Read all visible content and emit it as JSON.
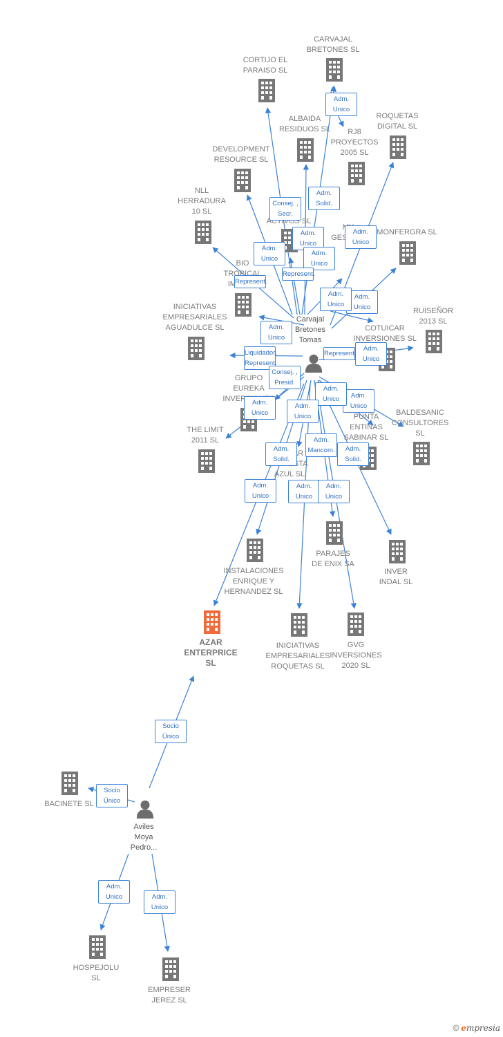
{
  "colors": {
    "edge": "#3b82d6",
    "company": "#777777",
    "company_focus": "#f26a3a",
    "person": "#6d6d6d"
  },
  "nodes": [
    {
      "id": "carvajal_bretones_sl",
      "label": "CARVAJAL\nBRETONES SL",
      "type": "company"
    },
    {
      "id": "cortijo_paraiso",
      "label": "CORTIJO EL\nPARAISO SL",
      "type": "company"
    },
    {
      "id": "albaida",
      "label": "ALBAIDA\nRESIDUOS SL",
      "type": "company"
    },
    {
      "id": "roquetas_digital",
      "label": "ROQUETAS\nDIGITAL SL",
      "type": "company"
    },
    {
      "id": "rj8",
      "label": "RJ8\nPROYECTOS\n2005 SL",
      "type": "company"
    },
    {
      "id": "development",
      "label": "DEVELOPMENT\nRESOURCE SL",
      "type": "company"
    },
    {
      "id": "nll",
      "label": "NLL\nHERRADURA\n10 SL",
      "type": "company"
    },
    {
      "id": "activos",
      "label": "ACTIVOS SL",
      "type": "company"
    },
    {
      "id": "gest",
      "label": "MY\nGESTION",
      "type": "company"
    },
    {
      "id": "monfergra",
      "label": "MONFERGRA SL",
      "type": "company"
    },
    {
      "id": "bio_tropical",
      "label": "BIO\nTROPICAL\nIMPORT",
      "type": "company"
    },
    {
      "id": "iniciativas_aguadulce",
      "label": "INICIATIVAS\nEMPRESARIALES\nAGUADULCE SL",
      "type": "company"
    },
    {
      "id": "ruisenor",
      "label": "RUISEÑOR\n2013 SL",
      "type": "company"
    },
    {
      "id": "cotuicar",
      "label": "COTUICAR\nINVERSIONES SL",
      "type": "company"
    },
    {
      "id": "grupo_eureka",
      "label": "GRUPO\nEUREKA\nINVERSIONES",
      "type": "company"
    },
    {
      "id": "the_limit",
      "label": "THE LIMIT\n2011 SL",
      "type": "company"
    },
    {
      "id": "baldesanic",
      "label": "BALDESANIC\nCONSULTORES\nSL",
      "type": "company"
    },
    {
      "id": "punta_entinas",
      "label": "PUNTA\nENTINAS\nSABINAR SL",
      "type": "company"
    },
    {
      "id": "costa_azul",
      "label": "HOGAR\nLA COSTA\nAZUL SL",
      "type": "company"
    },
    {
      "id": "parajes",
      "label": "PARAJES\nDE ENIX SA",
      "type": "company"
    },
    {
      "id": "inver_indal",
      "label": "INVER\nINDAL SL",
      "type": "company"
    },
    {
      "id": "instalaciones",
      "label": "INSTALACIONES\nENRIQUE Y\nHERNANDEZ SL",
      "type": "company"
    },
    {
      "id": "azar",
      "label": "AZAR\nENTERPRICE\nSL",
      "type": "focus"
    },
    {
      "id": "iniciativas_roquetas",
      "label": "INICIATIVAS\nEMPRESARIALES\nROQUETAS SL",
      "type": "company"
    },
    {
      "id": "gvg",
      "label": "GVG\nINVERSIONES\n2020 SL",
      "type": "company"
    },
    {
      "id": "bacinete",
      "label": "BACINETE  SL",
      "type": "company"
    },
    {
      "id": "hospejolu",
      "label": "HOSPEJOLU\nSL",
      "type": "company"
    },
    {
      "id": "empreser",
      "label": "EMPRESER\nJEREZ SL",
      "type": "company"
    },
    {
      "id": "carvajal_person",
      "label": "Carvajal\nBretones\nTomas",
      "type": "person"
    },
    {
      "id": "aviles_person",
      "label": "Aviles\nMoya\nPedro...",
      "type": "person"
    }
  ],
  "edges": [
    {
      "id": "e1",
      "from": "carvajal_person",
      "to": "cortijo_paraiso",
      "label": "Consej. ,\nSecr."
    },
    {
      "id": "e2",
      "from": "carvajal_person",
      "to": "carvajal_bretones_sl",
      "label": "Adm.\nSolid."
    },
    {
      "id": "e3",
      "from": "carvajal_bretones_sl",
      "to": "rj8",
      "label": "Adm.\nUnico"
    },
    {
      "id": "e4",
      "from": "carvajal_person",
      "to": "albaida",
      "label": "Adm.\nUnico"
    },
    {
      "id": "e5",
      "from": "carvajal_person",
      "to": "roquetas_digital",
      "label": "Adm.\nUnico"
    },
    {
      "id": "e6",
      "from": "carvajal_person",
      "to": "development",
      "label": "Adm.\nUnico"
    },
    {
      "id": "e7",
      "from": "carvajal_person",
      "to": "nll",
      "label": "Represent."
    },
    {
      "id": "e8",
      "from": "carvajal_person",
      "to": "activos",
      "label": "Adm.\nUnico"
    },
    {
      "id": "e9",
      "from": "carvajal_person",
      "to": "gest",
      "label": "Represent."
    },
    {
      "id": "e10",
      "from": "carvajal_person",
      "to": "monfergra",
      "label": "Adm.\nUnico"
    },
    {
      "id": "e11",
      "from": "carvajal_person",
      "to": "cotuicar",
      "label": "Adm.\nUnico"
    },
    {
      "id": "e12",
      "from": "carvajal_person",
      "to": "bio_tropical",
      "label": "Adm.\nUnico"
    },
    {
      "id": "e13",
      "from": "carvajal_person",
      "to": "ruisenor",
      "label": "Adm.\nUnico"
    },
    {
      "id": "e14",
      "from": "carvajal_person",
      "to": "iniciativas_aguadulce",
      "label": "Liquidador,\nRepresent."
    },
    {
      "id": "e15",
      "from": "carvajal_person",
      "to": "cotuicar",
      "label": "Represent."
    },
    {
      "id": "e16",
      "from": "carvajal_person",
      "to": "grupo_eureka",
      "label": "Consej. ,\nPresid."
    },
    {
      "id": "e17",
      "from": "carvajal_person",
      "to": "the_limit",
      "label": "Adm.\nUnico"
    },
    {
      "id": "e18",
      "from": "carvajal_person",
      "to": "punta_entinas",
      "label": "Adm.\nUnico"
    },
    {
      "id": "e19",
      "from": "carvajal_person",
      "to": "baldesanic",
      "label": "Adm.\nUnico"
    },
    {
      "id": "e20",
      "from": "carvajal_person",
      "to": "costa_azul",
      "label": "Adm.\nUnico"
    },
    {
      "id": "e21",
      "from": "carvajal_person",
      "to": "instalaciones",
      "label": "Adm.\nSolid."
    },
    {
      "id": "e22",
      "from": "carvajal_person",
      "to": "parajes",
      "label": "Adm.\nMancom."
    },
    {
      "id": "e23",
      "from": "carvajal_person",
      "to": "inver_indal",
      "label": "Adm.\nSolid."
    },
    {
      "id": "e24",
      "from": "carvajal_person",
      "to": "azar",
      "label": "Adm.\nUnico"
    },
    {
      "id": "e25",
      "from": "carvajal_person",
      "to": "iniciativas_roquetas",
      "label": "Adm.\nUnico"
    },
    {
      "id": "e26",
      "from": "carvajal_person",
      "to": "gvg",
      "label": "Adm.\nUnico"
    },
    {
      "id": "e27",
      "from": "aviles_person",
      "to": "azar",
      "label": "Socio\nÚnico"
    },
    {
      "id": "e28",
      "from": "aviles_person",
      "to": "bacinete",
      "label": "Socio\nÚnico"
    },
    {
      "id": "e29",
      "from": "aviles_person",
      "to": "hospejolu",
      "label": "Adm.\nUnico"
    },
    {
      "id": "e30",
      "from": "aviles_person",
      "to": "empreser",
      "label": "Adm.\nUnico"
    }
  ],
  "footer": {
    "copyright_symbol": "©",
    "brand_initial": "e",
    "brand_rest": "mpresia"
  }
}
